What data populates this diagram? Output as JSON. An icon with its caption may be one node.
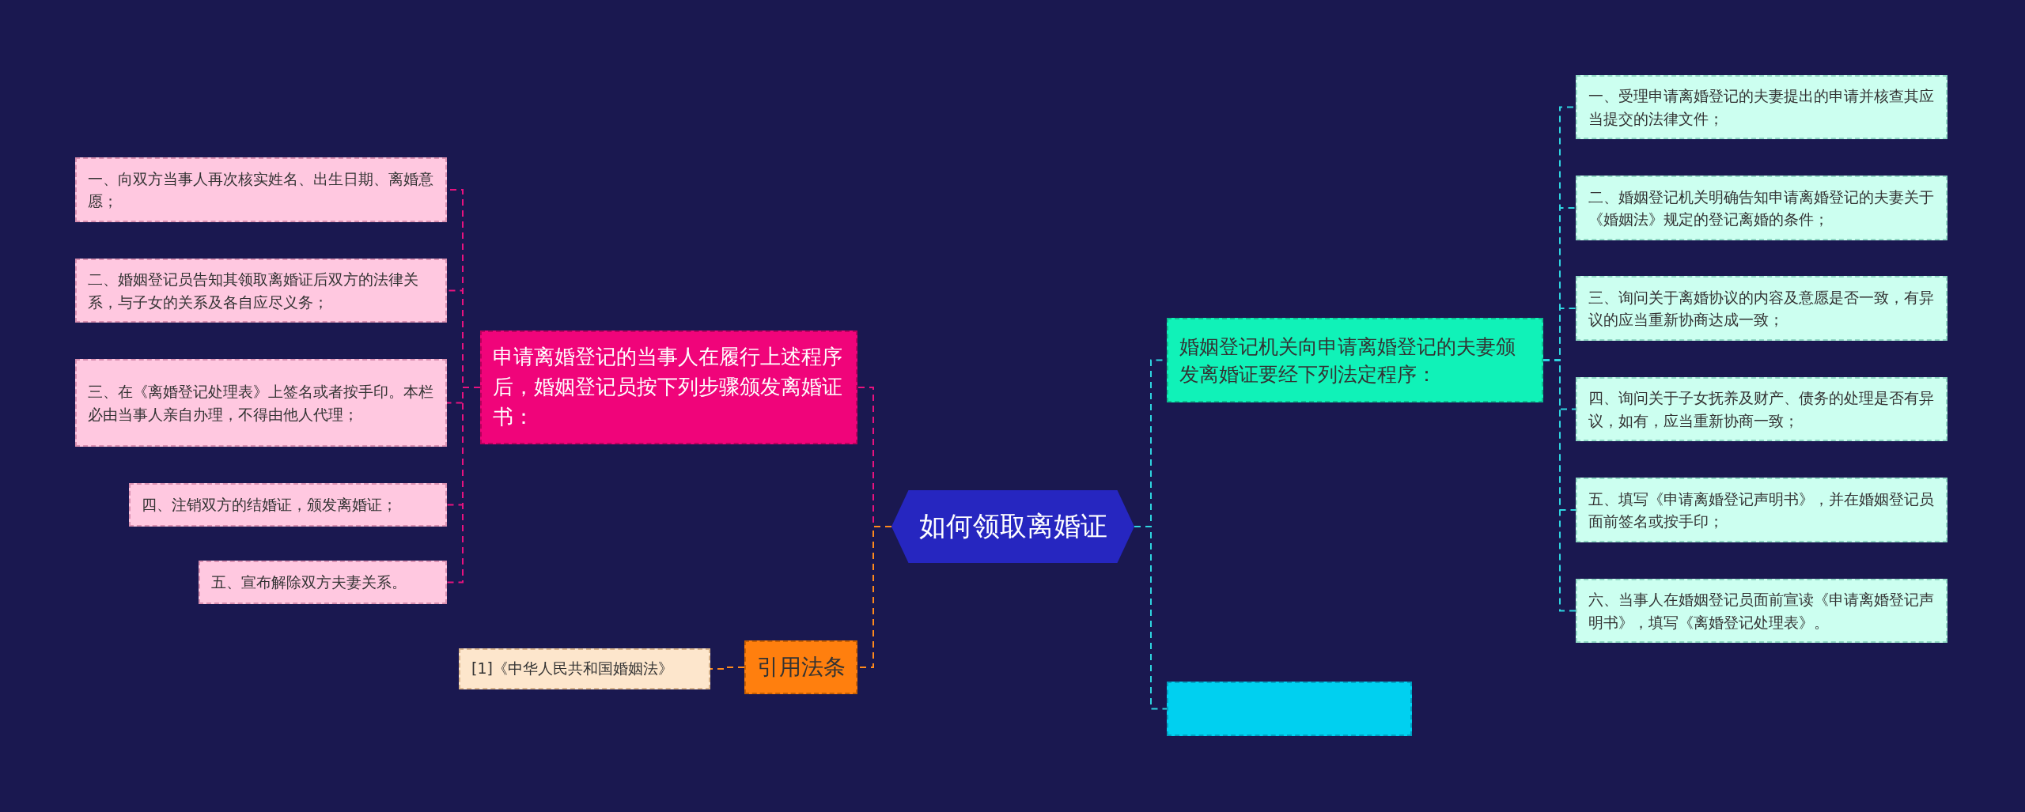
{
  "diagram": {
    "nodes": [
      {
        "text": [
          "如何领取离婚证"
        ]
      },
      {
        "text": [
          "申请离婚登记的当事人在履行上述程序后，婚姻登记员按下列步骤颁发离婚证书："
        ]
      },
      {
        "text": [
          "一、向双方当事人再次核实姓名、出生日期、离婚意愿；"
        ]
      },
      {
        "text": [
          "二、婚姻登记员告知其领取离婚证后双方的法律关系，与子女的关系及各自应尽义务；"
        ]
      },
      {
        "text": [
          "三、在《离婚登记处理表》上签名或者按手印。本栏必由当事人亲自办理，不得由他人代理；"
        ]
      },
      {
        "text": [
          "四、注销双方的结婚证，颁发离婚证；"
        ]
      },
      {
        "text": [
          "五、宣布解除双方夫妻关系。"
        ]
      },
      {
        "text": [
          "引用法条"
        ]
      },
      {
        "text": [
          "[1]《中华人民共和国婚姻法》"
        ]
      },
      {
        "text": [
          "婚姻登记机关向申请离婚登记的夫妻颁发离婚证要经下列法定程序："
        ]
      },
      {
        "text": [
          "一、受理申请离婚登记的夫妻提出的申请并核查其应当提交的法律文件；"
        ]
      },
      {
        "text": [
          "二、婚姻登记机关明确告知申请离婚登记的夫妻关于《婚姻法》规定的登记离婚的条件；"
        ]
      },
      {
        "text": [
          "三、询问关于离婚协议的内容及意愿是否一致，有异议的应当重新协商达成一致；"
        ]
      },
      {
        "text": [
          "四、询问关于子女抚养及财产、债务的处理是否有异议，如有，应当重新协商一致；"
        ]
      },
      {
        "text": [
          "五、填写《申请离婚登记声明书》，并在婚姻登记员面前签名或按手印；"
        ]
      },
      {
        "text": [
          "六、当事人在婚姻登记员面前宣读《申请离婚登记声明书》，填写《离婚登记处理表》。"
        ]
      },
      {
        "text": [],
        "shape": "box"
      }
    ],
    "edges": [
      {
        "from": 0,
        "to": 1,
        "arrow": "none",
        "style": "dashed",
        "color": "#e8127f"
      },
      {
        "from": 1,
        "to": 2,
        "arrow": "none",
        "style": "dashed",
        "color": "#e8127f"
      },
      {
        "from": 1,
        "to": 3,
        "arrow": "none",
        "style": "dashed",
        "color": "#e8127f"
      },
      {
        "from": 1,
        "to": 4,
        "arrow": "none",
        "style": "dashed",
        "color": "#e8127f"
      },
      {
        "from": 1,
        "to": 5,
        "arrow": "none",
        "style": "dashed",
        "color": "#e8127f"
      },
      {
        "from": 1,
        "to": 6,
        "arrow": "none",
        "style": "dashed",
        "color": "#e8127f"
      },
      {
        "from": 0,
        "to": 7,
        "arrow": "none",
        "style": "dashed",
        "color": "#ff8a1c"
      },
      {
        "from": 7,
        "to": 8,
        "arrow": "none",
        "style": "dashed",
        "color": "#ff8a1c"
      },
      {
        "from": 0,
        "to": 9,
        "arrow": "none",
        "style": "dashed"
      },
      {
        "from": 9,
        "to": 10,
        "arrow": "none",
        "style": "dashed"
      },
      {
        "from": 9,
        "to": 11,
        "arrow": "none",
        "style": "dashed"
      },
      {
        "from": 9,
        "to": 12,
        "arrow": "none",
        "style": "dashed"
      },
      {
        "from": 9,
        "to": 13,
        "arrow": "none",
        "style": "dashed"
      },
      {
        "from": 9,
        "to": 14,
        "arrow": "none",
        "style": "dashed"
      },
      {
        "from": 9,
        "to": 15,
        "arrow": "none",
        "style": "dashed"
      },
      {
        "from": 0,
        "to": 16,
        "arrow": "none",
        "style": "dashed"
      }
    ]
  }
}
